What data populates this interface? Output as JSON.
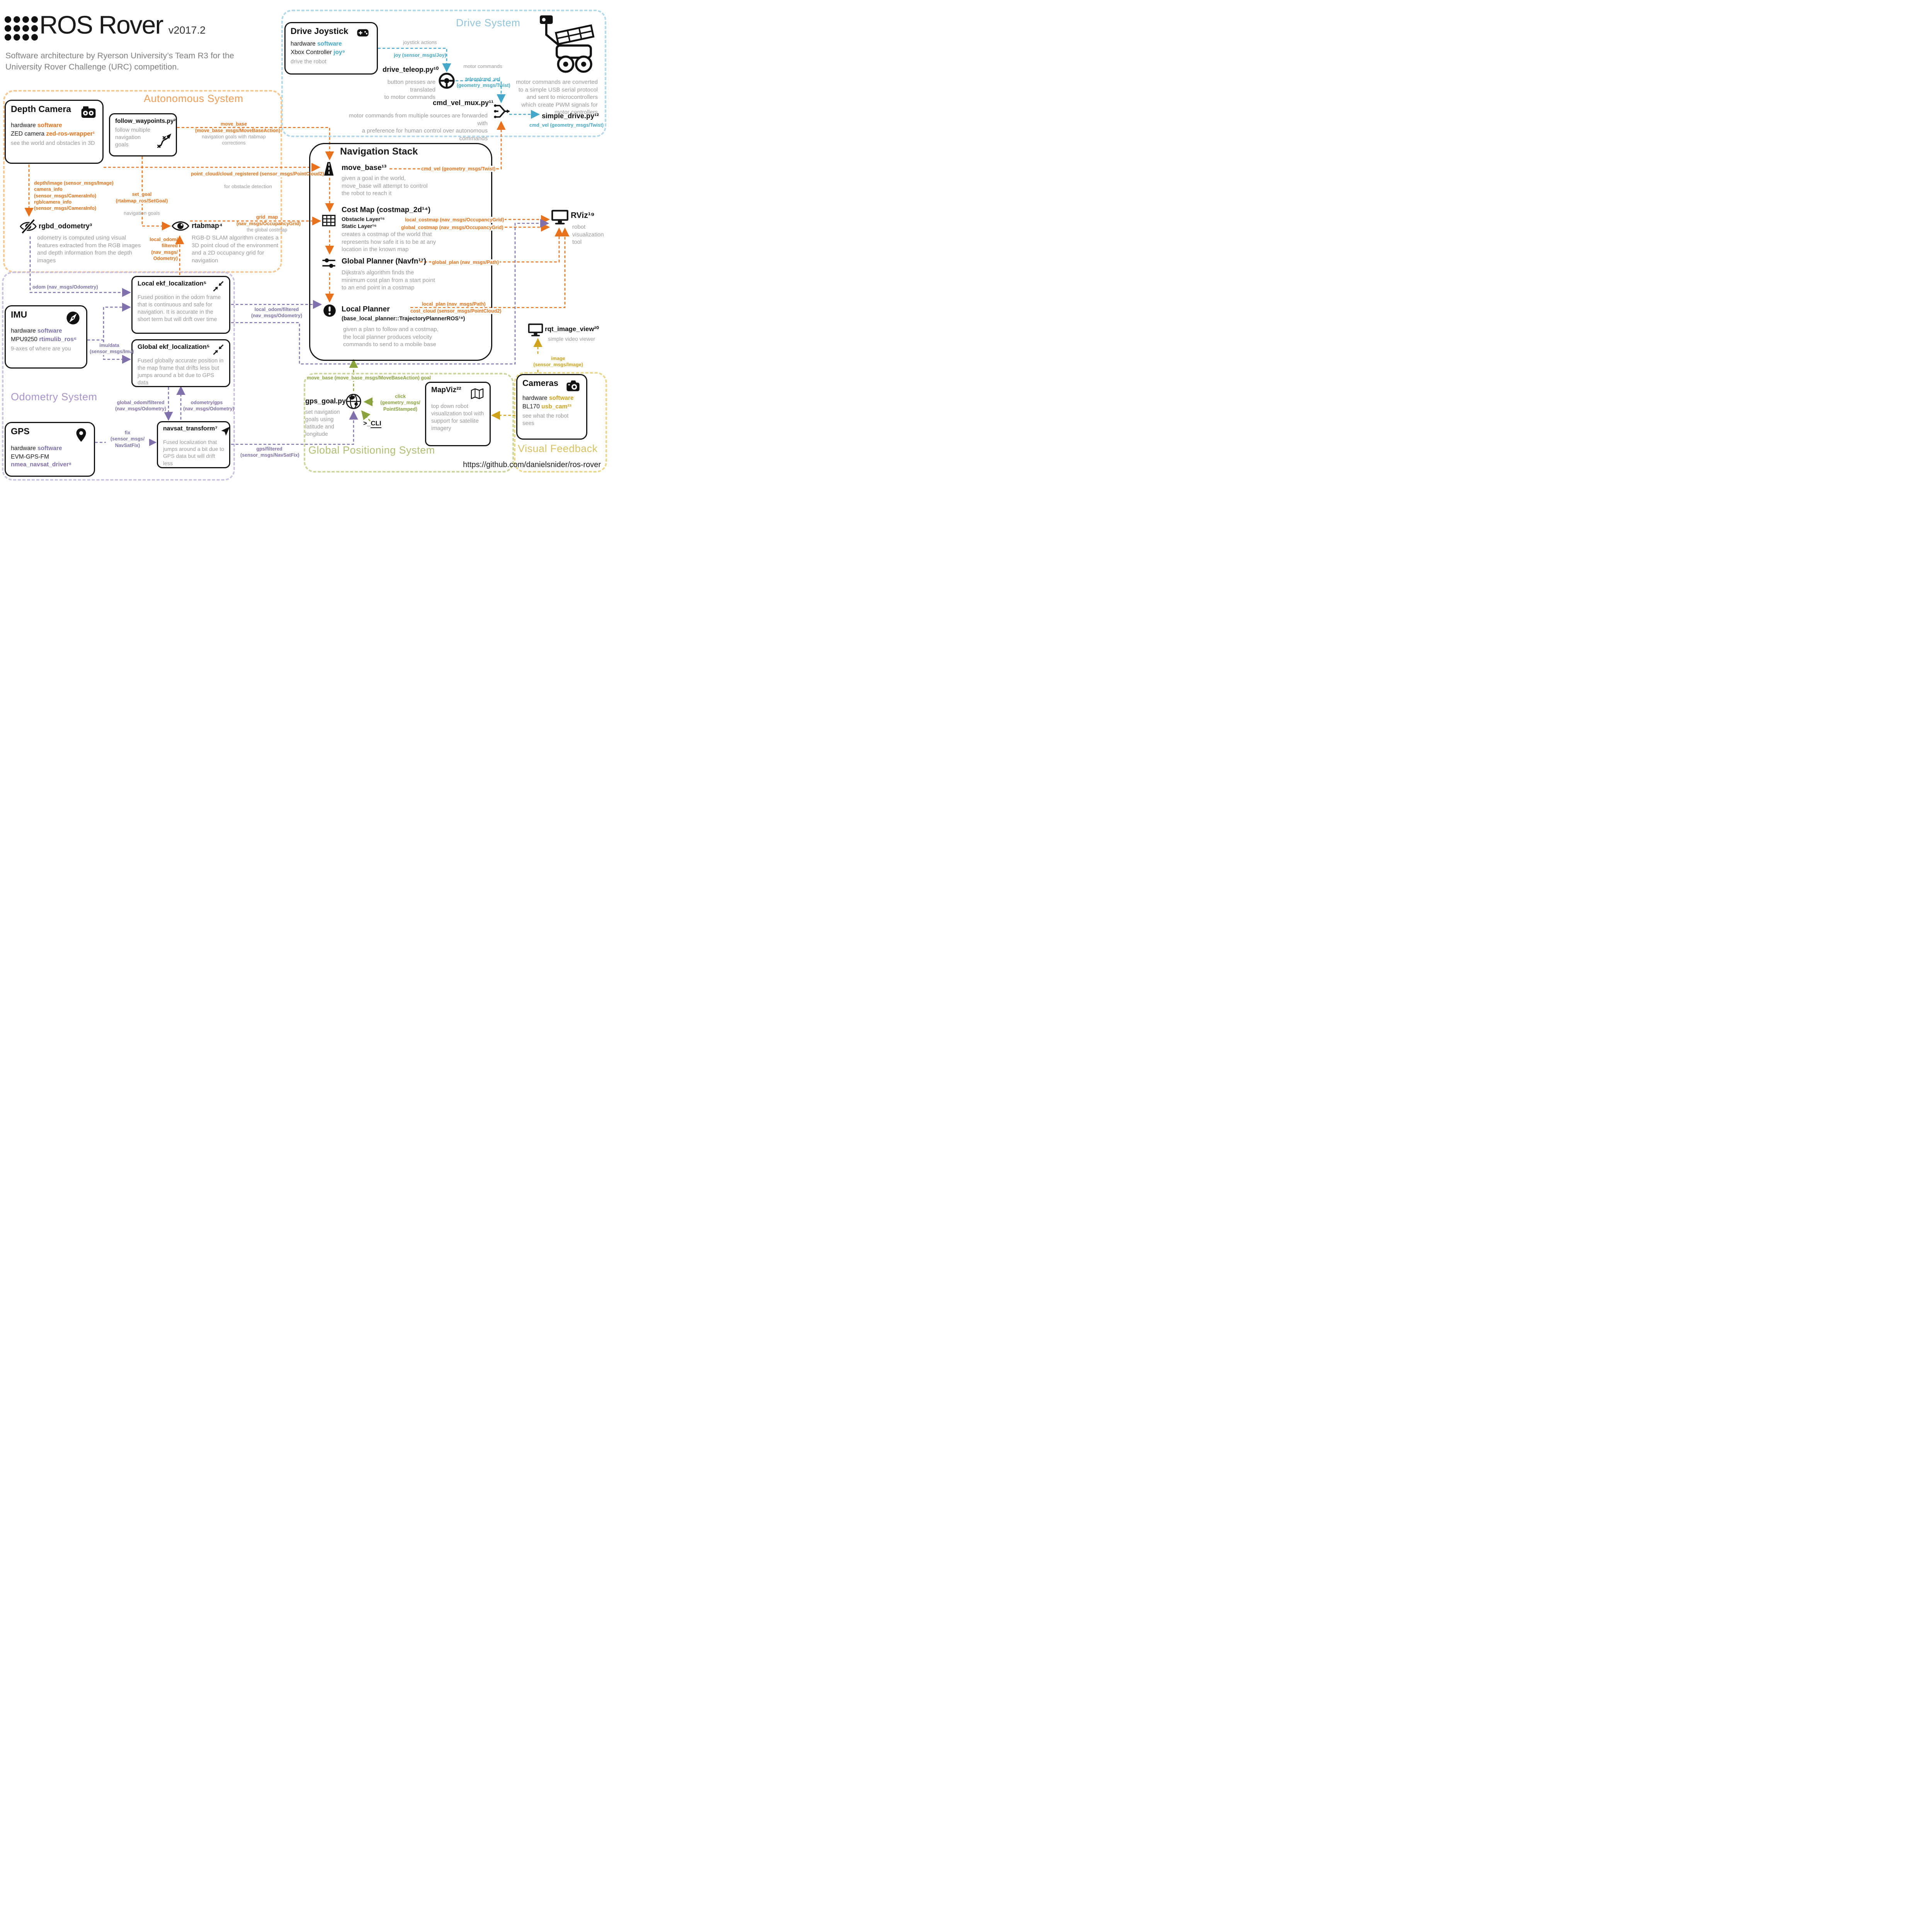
{
  "header": {
    "title": "ROS Rover",
    "version": "v2017.2",
    "subtitle": "Software architecture by Ryerson University’s Team R3 for the University Rover Challenge (URC) competition.",
    "footer_url": "https://github.com/danielsnider/ros-rover"
  },
  "colors": {
    "orange": "#e8721b",
    "blue": "#45a8c8",
    "purple": "#8070ab",
    "green": "#8aa23c",
    "yellow": "#cfa21c"
  },
  "regions": {
    "drive": "Drive System",
    "autonomous": "Autonomous System",
    "odometry": "Odometry System",
    "gps": "Global Positioning System",
    "visual": "Visual Feedback"
  },
  "drive": {
    "joystick": {
      "title": "Drive Joystick",
      "hw_label": "hardware",
      "sw_label": "software",
      "hw_name": "Xbox Controller",
      "sw_name": "joy⁹",
      "desc": "drive the robot"
    },
    "joy_topic": {
      "caption": "joystick actions",
      "topic": "joy (sensor_msgs/Joy)"
    },
    "teleop": {
      "name": "drive_teleop.py¹⁰",
      "desc": "button presses are translated\nto motor commands"
    },
    "motor_topic": {
      "caption": "motor commands",
      "topic": "teleop/cmd_vel\n(geometry_msgs/Twist)"
    },
    "mux": {
      "name": "cmd_vel_mux.py¹¹",
      "desc": "motor commands from multiple sources are forwarded with\na preference for human control over autonomous commands"
    },
    "simple": {
      "name": "simple_drive.py¹²",
      "desc": "motor commands are converted to a simple USB serial protocol and sent to microcontrollers which create PWM signals for motor controllers",
      "topic": "cmd_vel (geometry_msgs/Twist)"
    }
  },
  "autonomous": {
    "depth_camera": {
      "title": "Depth Camera",
      "hw_label": "hardware",
      "sw_label": "software",
      "hw_name": "ZED camera",
      "sw_name": "zed-ros-wrapper¹",
      "desc": "see the world and obstacles in 3D"
    },
    "follow_waypoints": {
      "name": "follow_waypoints.py²",
      "desc": "follow multiple\nnavigation goals"
    },
    "move_base_goal": {
      "topic": "move_base (move_base_msgs/MoveBaseAction)",
      "caption": "navigation goals with rtabmap corrections"
    },
    "point_cloud": {
      "topic": "point_cloud/cloud_registered (sensor_msgs/PointCloud2)",
      "caption": "for obstacle detection"
    },
    "set_goal": {
      "topic": "set_goal (rtabmap_ros/SetGoal)",
      "caption": "navigation goals"
    },
    "depth_topics": "depth/image (sensor_msgs/Image)\ncamera_info (sensor_msgs/CameraInfo)\nrgb/camera_info (sensor_msgs/CameraInfo)",
    "rgbd_odometry": {
      "name": "rgbd_odometry³",
      "desc": "odometry is computed using visual features extracted from the RGB images and depth information from the depth images"
    },
    "rtabmap": {
      "name": "rtabmap⁴",
      "desc": "RGB-D SLAM algorithm creates a 3D point cloud of the environment and a 2D occupancy grid for navigation"
    },
    "local_odom_topic": "local_odom/\nfiltered\n(nav_msgs/\nOdometry)",
    "grid_map": {
      "topic": "grid_map (nav_msgs/OccupancyGrid)",
      "caption": "the global costmap"
    }
  },
  "nav_stack": {
    "title": "Navigation Stack",
    "move_base": {
      "name": "move_base¹³",
      "desc": "given a goal in the world, move_base will attempt to control the robot to reach it"
    },
    "cmd_vel_topic": "cmd_vel (geometry_msgs/Twist)",
    "cost_map": {
      "name": "Cost Map (costmap_2d¹⁴)",
      "layer1": "Obstacle Layer¹⁵",
      "layer2": "Static Layer¹⁶",
      "desc": "creates a costmap of the world that represents how safe it is to be at any location in the known map"
    },
    "local_costmap_topic": "local_costmap (nav_msgs/OccupancyGrid)",
    "global_costmap_topic": "global_costmap (nav_msgs/OccupancyGrid)",
    "global_planner": {
      "name": "Global Planner (Navfn¹⁷)",
      "desc": "Dijkstra's algorithm finds the minimum cost plan from a start point to an end point in a costmap"
    },
    "global_plan_topic": "global_plan (nav_msgs/Path)",
    "local_planner": {
      "name": "Local Planner",
      "subname": "(base_local_planner::TrajectoryPlannerROS¹⁸)",
      "desc": "given a plan to follow and a costmap, the local planner produces velocity commands to send to a mobile base"
    },
    "local_plan_topic": "local_plan (nav_msgs/Path)",
    "cost_cloud_topic": "cost_cloud (sensor_msgs/PointCloud2)"
  },
  "rviz": {
    "name": "RViz¹⁹",
    "desc": "robot visualization tool"
  },
  "rqt": {
    "name": "rqt_image_view²⁰",
    "desc": "simple video viewer",
    "image_topic": "image (sensor_msgs/Image)"
  },
  "odometry": {
    "imu": {
      "title": "IMU",
      "hw_label": "hardware",
      "sw_label": "software",
      "hw_name": "MPU9250",
      "sw_name": "rtimulib_ros⁶",
      "desc": "9-axes of where are you"
    },
    "gps": {
      "title": "GPS",
      "hw_label": "hardware",
      "sw_label": "software",
      "hw_name": "EVM-GPS-FM",
      "sw_name": "nmea_navsat_driver⁸"
    },
    "local_ekf": {
      "name": "Local ekf_localization⁵",
      "desc": "Fused position in the odom frame that is continuous and safe for navigation. It is accurate in the short term but will drift over time"
    },
    "global_ekf": {
      "name": "Global ekf_localization⁵",
      "desc": "Fused globally accurate position in the map frame that drifts less but jumps around a bit due to GPS data"
    },
    "navsat": {
      "name": "navsat_transform⁷",
      "desc": "Fused localization that jumps around a bit due to GPS data but will drift less"
    },
    "odom_topic": "odom (nav_msgs/Odometry)",
    "imu_topic": "imu/data\n(sensor_msgs/Imu)",
    "global_odom_topic": "global_odom/filtered\n(nav_msgs/Odometry)",
    "odometry_gps_topic": "odometry/gps\n(nav_msgs/Odometry)",
    "fix_topic": "fix\n(sensor_msgs/\nNavSatFix)",
    "gps_filtered_topic": "gps/filtered\n(sensor_msgs/NavSatFix)",
    "local_odom_filtered_topic": "local_odom/filtered\n(nav_msgs/Odometry)"
  },
  "gps_system": {
    "gps_goal": {
      "name": "gps_goal.py²¹",
      "desc": "set navigation goals using latitude and longitude"
    },
    "cli_prompt": ">_",
    "cli_label": "CLI",
    "move_base_goal_topic": "move_base (move_base_msgs/MoveBaseAction) goal",
    "click_topic": "click (geometry_msgs/\nPointStamped)",
    "mapviz": {
      "name": "MapViz²²",
      "desc": "top down robot visualization tool with support for satellite imagery"
    }
  },
  "visual": {
    "cameras": {
      "title": "Cameras",
      "hw_label": "hardware",
      "sw_label": "software",
      "hw_name": "BL170",
      "sw_name": "usb_cam²³",
      "desc": "see what the robot sees"
    }
  }
}
